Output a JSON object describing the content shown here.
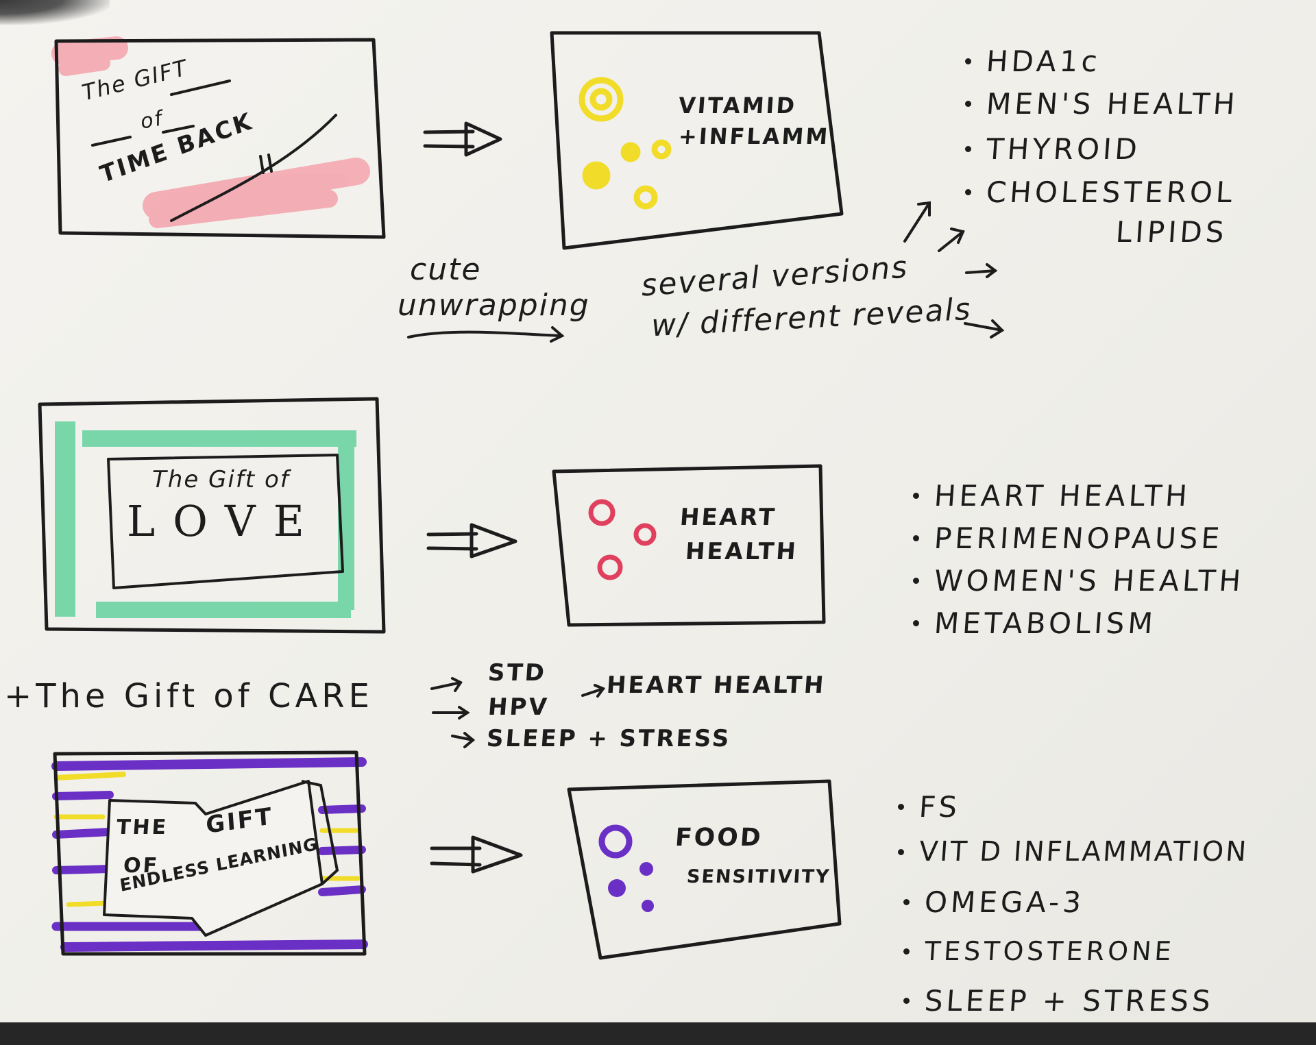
{
  "row1": {
    "gift_card": {
      "line1": "The GIFT",
      "line2": "of",
      "line3": "TIME BACK"
    },
    "arrow_icon": "double-arrow-right-icon",
    "reveal_card": {
      "line1": "VITAMID",
      "line2": "+INFLAMM",
      "dot_color": "#f2dc2a"
    },
    "bullets": [
      "HDA1c",
      "MEN'S HEALTH",
      "THYROID",
      "CHOLESTEROL",
      "LIPIDS"
    ],
    "note_left_line1": "cute",
    "note_left_line2": "unwrapping",
    "note_right_line1": "several versions",
    "note_right_line2": "w/ different reveals",
    "highlight_color": "#f4a7b0"
  },
  "row2": {
    "gift_card": {
      "line1": "The Gift of",
      "line2": "LOVE"
    },
    "arrow_icon": "double-arrow-right-icon",
    "reveal_card": {
      "line1": "HEART",
      "line2": "HEALTH",
      "dot_color": "#e0405e"
    },
    "bullets": [
      "HEART HEALTH",
      "PERIMENOPAUSE",
      "WOMEN'S HEALTH",
      "METABOLISM"
    ],
    "highlight_color": "#6fd4a4"
  },
  "care": {
    "title": "+The Gift of CARE",
    "items": [
      "STD",
      "HPV",
      "SLEEP + STRESS"
    ],
    "extra": "HEART HEALTH"
  },
  "row3": {
    "gift_card": {
      "line1": "THE",
      "line2": "GIFT",
      "line3": "OF",
      "line4": "ENDLESS LEARNING"
    },
    "arrow_icon": "double-arrow-right-icon",
    "reveal_card": {
      "line1": "FOOD",
      "line2": "SENSITIVITY",
      "dot_color": "#6a2fc4"
    },
    "bullets": [
      "FS",
      "VIT D INFLAMMATION",
      "OMEGA-3",
      "TESTOSTERONE",
      "SLEEP + STRESS"
    ],
    "stripe_color": "#6a2fc4",
    "accent_color": "#f2dc2a"
  }
}
